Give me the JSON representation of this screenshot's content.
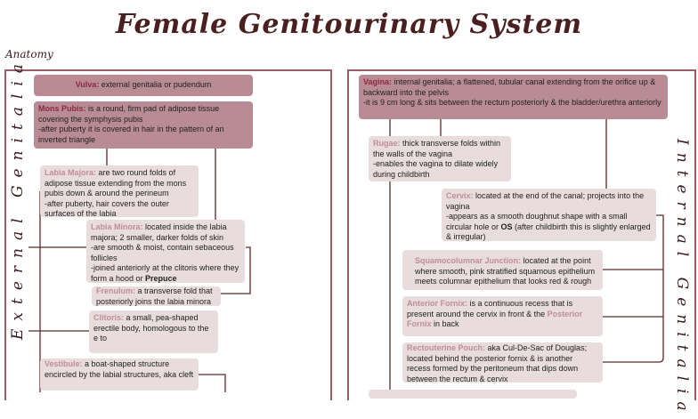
{
  "title": "Female Genitourinary System",
  "section": "Anatomy",
  "left": {
    "vertical_label": "External Genitalia",
    "vulva": {
      "label": "Vulva:",
      "text": " external genitalia or pudendum"
    },
    "mons": {
      "label": "Mons Pubis:",
      "text": " is a round, firm pad of adipose tissue covering the symphysis pubis",
      "text2": "-after puberty it is covered in hair in the pattern of an inverted triangle"
    },
    "majora": {
      "label": "Labia Majora:",
      "text": " are two round folds of adipose tissue extending from the mons pubis down & around the perineum",
      "text2": "-after puberty, hair covers the outer surfaces of the labia"
    },
    "minora": {
      "label": "Labia Minora:",
      "text": " located inside the labia majora; 2 smaller, darker folds of skin",
      "text2": "-are smooth & moist, contain sebaceous follicles",
      "text3": "-joined anteriorly at the clitoris where they form a hood or ",
      "bold": "Prepuce"
    },
    "frenulum": {
      "label": "Frenulum:",
      "text": " a transverse fold that posteriorly joins the labia minora"
    },
    "clitoris": {
      "label": "Clitoris:",
      "text": " a small, pea-shaped erectile body, homologous to the",
      "text2": "e to"
    },
    "vestibule": {
      "label": "Vestibule:",
      "text": " a boat-shaped structure encircled by the labial structures, aka cleft"
    }
  },
  "right": {
    "vertical_label": "Internal Genitalia",
    "vagina": {
      "label": "Vagina:",
      "text": " internal genitalia; a flattened, tubular canal extending from the orifice up & backward into the pelvis",
      "text2": "-it is 9 cm long & sits between the rectum posteriorly & the bladder/urethra anteriorly"
    },
    "rugae": {
      "label": "Rugae:",
      "text": " thick transverse folds within the walls of the vagina",
      "text2": "-enables the vagina to dilate widely during childbirth"
    },
    "cervix": {
      "label": "Cervix:",
      "text": " located at the end of the canal; projects into the vagina",
      "text2": "-appears as a smooth doughnut shape with a small circular hole or ",
      "bold": "OS",
      "text3": " (after childbirth this is slightly enlarged & irregular)"
    },
    "squamo": {
      "label": "Squamocolumnar Junction:",
      "text": " located at the point where smooth, pink stratified squamous epithelium meets columnar epithelium that looks red & rough"
    },
    "fornix": {
      "label": "Anterior Fornix:",
      "text": " is a continuous recess that is present around the cervix in front & the ",
      "pink": "Posterior Fornix",
      "text2": " in back"
    },
    "pouch": {
      "label": "Rectouterine Pouch:",
      "text": " aka Cul-De-Sac of Douglas; located behind the posterior fornix & is another recess formed by the peritoneum that dips down between the rectum & cervix"
    }
  },
  "colors": {
    "dark_box": "#b98b95",
    "light_box": "#e8dcdc",
    "title": "#4a1f1f",
    "border": "#9a5a68",
    "connector": "#5a2a2a"
  }
}
